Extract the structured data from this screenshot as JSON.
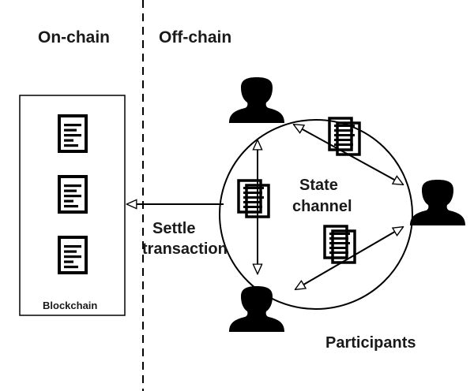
{
  "labels": {
    "on_chain": "On-chain",
    "off_chain": "Off-chain",
    "blockchain": "Blockchain",
    "settle_line1": "Settle",
    "settle_line2": "transaction",
    "state_line1": "State",
    "state_line2": "channel",
    "participants": "Participants"
  },
  "blockchain": {
    "blocks": [
      {
        "name": "block-1"
      },
      {
        "name": "block-2"
      },
      {
        "name": "block-3"
      }
    ]
  },
  "participants": [
    {
      "name": "participant-top"
    },
    {
      "name": "participant-right"
    },
    {
      "name": "participant-bottom"
    }
  ],
  "channel_messages": [
    {
      "name": "message-top-right",
      "from": "participant-top",
      "to": "participant-right"
    },
    {
      "name": "message-top-bottom",
      "from": "participant-top",
      "to": "participant-bottom"
    },
    {
      "name": "message-right-bottom",
      "from": "participant-right",
      "to": "participant-bottom"
    }
  ],
  "settlement": {
    "from": "State channel",
    "to": "Blockchain"
  },
  "colors": {
    "ink": "#000000",
    "text": "#1a1a1a",
    "background": "#ffffff"
  }
}
